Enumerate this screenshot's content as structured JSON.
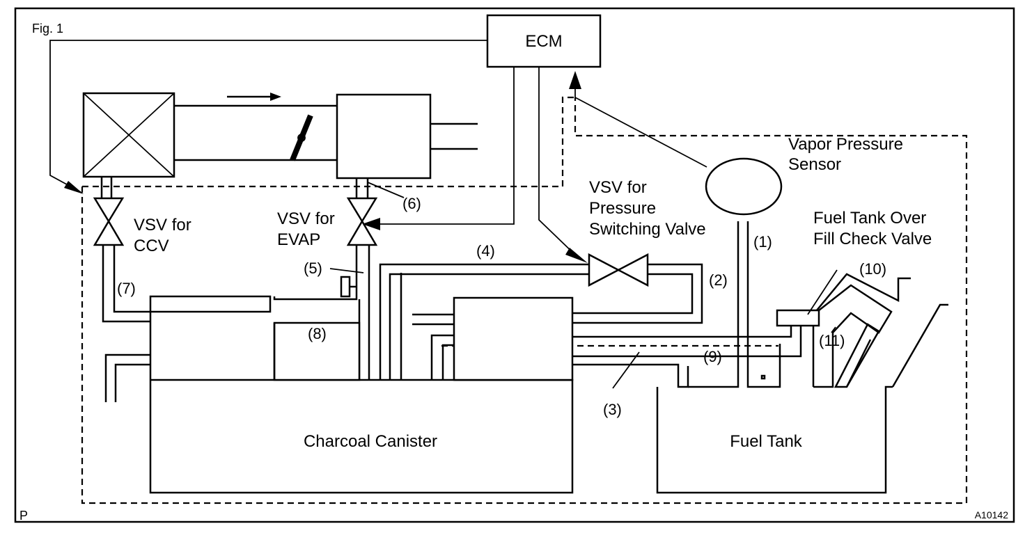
{
  "figure_label": "Fig. 1",
  "ecm_label": "ECM",
  "vapor_sensor": {
    "line1": "Vapor Pressure",
    "line2": "Sensor"
  },
  "vsv_pressure": {
    "line1": "VSV for",
    "line2": "Pressure",
    "line3": "Switching Valve"
  },
  "vsv_ccv": {
    "line1": "VSV for",
    "line2": "CCV"
  },
  "vsv_evap": {
    "line1": "VSV for",
    "line2": "EVAP"
  },
  "check_valve": {
    "line1": "Fuel Tank Over",
    "line2": "Fill Check Valve"
  },
  "charcoal_canister": "Charcoal Canister",
  "fuel_tank": "Fuel Tank",
  "callouts": {
    "c1": "(1)",
    "c2": "(2)",
    "c3": "(3)",
    "c4": "(4)",
    "c5": "(5)",
    "c6": "(6)",
    "c7": "(7)",
    "c8": "(8)",
    "c9": "(9)",
    "c10": "(10)",
    "c11": "(11)"
  },
  "corner_mark": "P",
  "figure_code": "A10142"
}
